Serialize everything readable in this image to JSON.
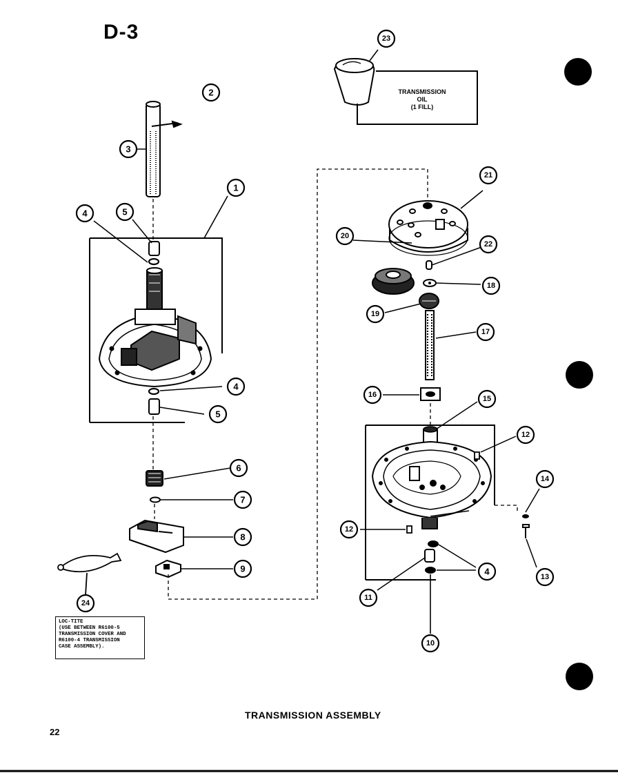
{
  "page": {
    "section_title": "D-3",
    "figure_title": "TRANSMISSION ASSEMBLY",
    "page_number": "22"
  },
  "oil_label": {
    "line1": "TRANSMISSION",
    "line2": "OIL",
    "line3": "(1 FILL)"
  },
  "note": {
    "text": "LOC-TITE\n(USE BETWEEN R6100-5\nTRANSMISSION COVER AND\nR6100-4 TRANSMISSION\nCASE ASSEMBLY)."
  },
  "callouts": {
    "c1": "1",
    "c2": "2",
    "c3": "3",
    "c4a": "4",
    "c4b": "4",
    "c4c": "4",
    "c5a": "5",
    "c5b": "5",
    "c6": "6",
    "c7": "7",
    "c8": "8",
    "c9": "9",
    "c10": "10",
    "c11": "11",
    "c12a": "12",
    "c12b": "12",
    "c13": "13",
    "c14": "14",
    "c15": "15",
    "c16": "16",
    "c17": "17",
    "c18": "18",
    "c19": "19",
    "c20": "20",
    "c21": "21",
    "c22": "22",
    "c23": "23",
    "c24": "24"
  }
}
